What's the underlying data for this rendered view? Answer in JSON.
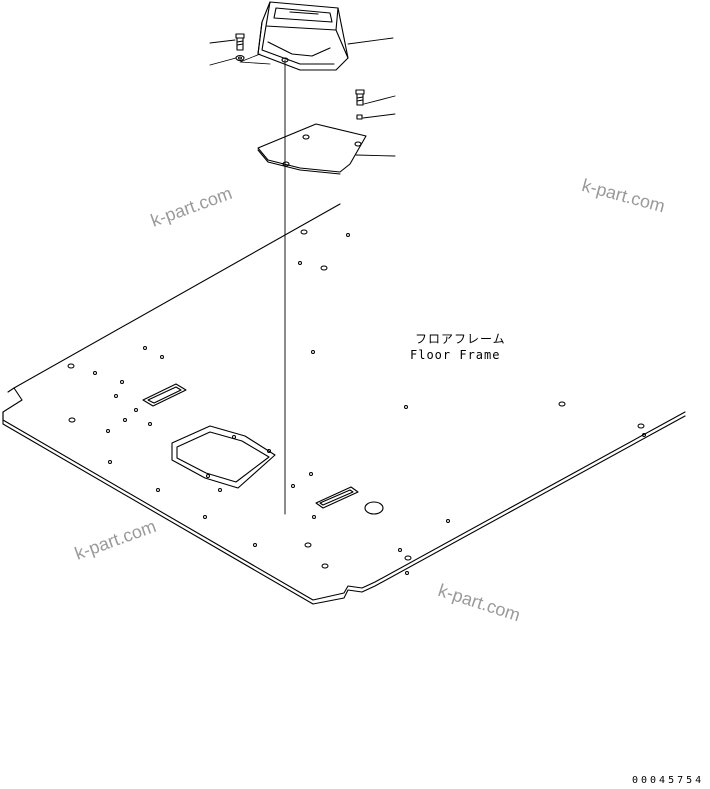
{
  "labels": {
    "floor_frame_jp": "フロアフレーム",
    "floor_frame_en": "Floor Frame"
  },
  "watermarks": [
    "k-part.com",
    "k-part.com",
    "k-part.com",
    "k-part.com"
  ],
  "document_number": "00045754"
}
